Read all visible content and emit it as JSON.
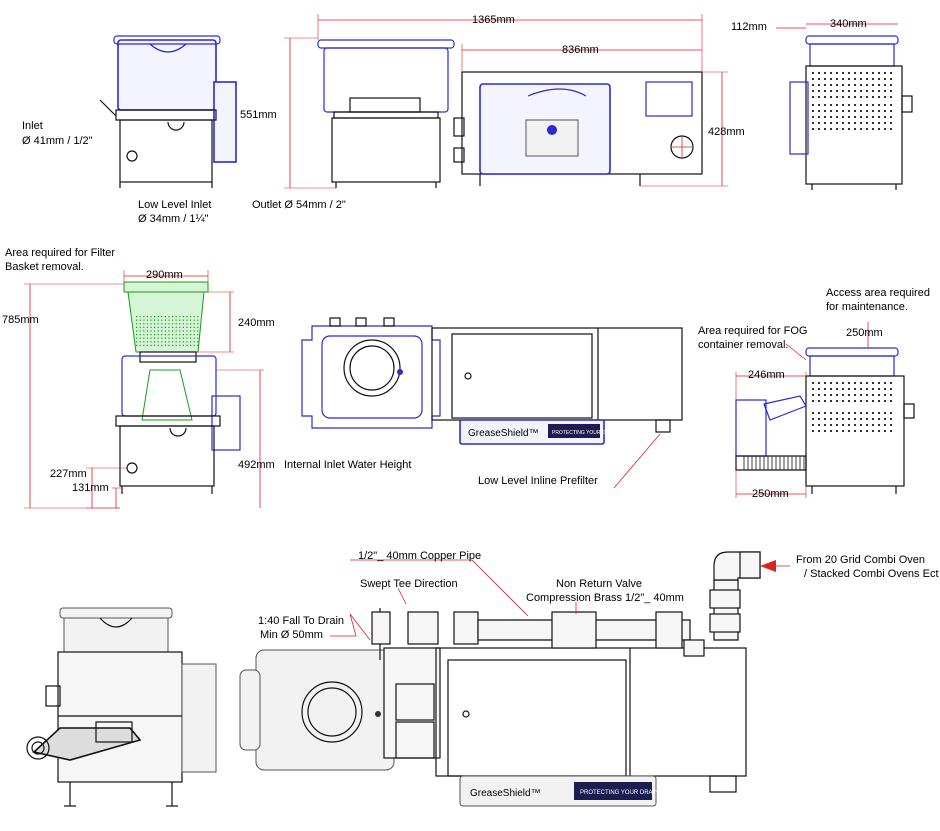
{
  "dimensions": {
    "overall_length": "1365mm",
    "tank_length": "836mm",
    "height_551": "551mm",
    "height_428": "428mm",
    "side_112": "112mm",
    "side_340": "340mm",
    "height_785": "785mm",
    "basket_290": "290mm",
    "basket_240": "240mm",
    "inlet_227": "227mm",
    "inlet_131": "131mm",
    "water_492": "492mm",
    "access_250_top": "250mm",
    "fog_246": "246mm",
    "fog_250_bottom": "250mm"
  },
  "labels": {
    "inlet_title": "Inlet",
    "inlet_size": "Ø  41mm / 1/2\"",
    "low_inlet_title": "Low Level Inlet",
    "low_inlet_size": "Ø  34mm / 1¼\"",
    "outlet": "Outlet Ø  54mm / 2\"",
    "filter_area_1": "Area required for Filter",
    "filter_area_2": "Basket   removal.",
    "internal_water": "Internal Inlet Water Height",
    "prefilter": "Low Level Inline Prefilter",
    "fog_area_1": "Area required for FOG",
    "fog_area_2": "container removal.",
    "access_area_1": "Access area required",
    "access_area_2": "for maintenance.",
    "copper_pipe": "1/2\"_ 40mm  Copper Pipe",
    "swept_tee": "Swept Tee Direction",
    "non_return_1": "Non Return Valve",
    "non_return_2": "Compression Brass 1/2\"_ 40mm",
    "fall_1": "1:40 Fall To Drain",
    "fall_2": "Min Ø 50mm",
    "combi_1": "From 20 Grid Combi Oven",
    "combi_2": "/ Stacked Combi Ovens Ect"
  },
  "branding": {
    "brand": "GreaseShield™",
    "tagline": "PROTECTING YOUR DRAINS"
  },
  "colors": {
    "dimension": "#d22222",
    "unit_outline": "#2a2ad0",
    "basket": "#1a9a1a"
  }
}
